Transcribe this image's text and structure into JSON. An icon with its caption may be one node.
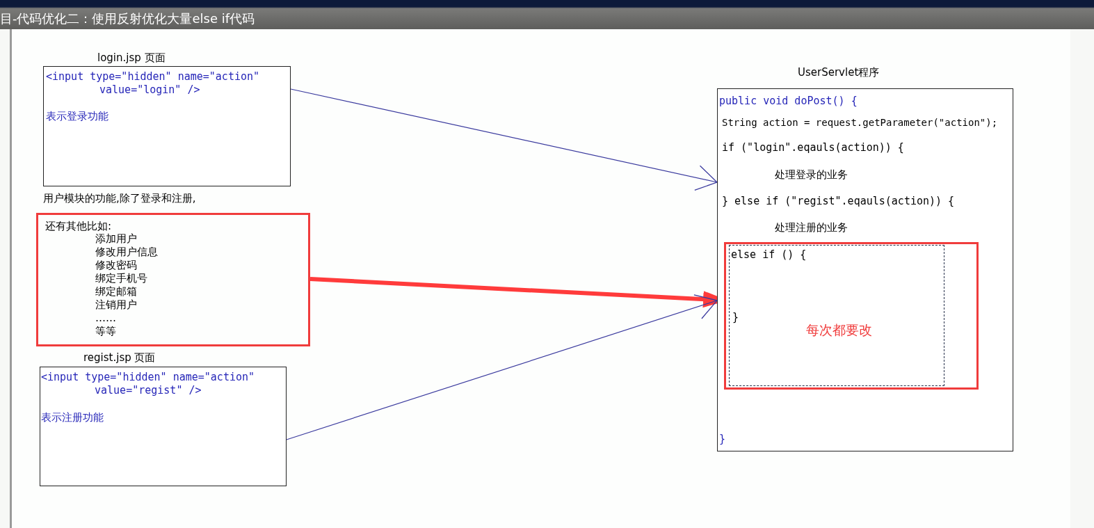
{
  "diagram": {
    "title": "目-代码优化二：使用反射优化大量else if代码",
    "nodes": [
      {
        "text": [
          "login.jsp 页面",
          "<input type=\"hidden\" name=\"action\" value=\"login\" />",
          "表示登录功能"
        ]
      },
      {
        "text": [
          "还有其他比如:",
          "添加用户",
          "修改用户信息",
          "修改密码",
          "绑定手机号",
          "绑定邮箱",
          "注销用户",
          "……",
          "等等"
        ]
      },
      {
        "text": [
          "regist.jsp 页面",
          "<input type=\"hidden\" name=\"action\" value=\"regist\" />",
          "表示注册功能"
        ]
      },
      {
        "text": [
          "UserServlet程序",
          "public void doPost() {",
          "String action = request.getParameter(\"action\");",
          "if (\"login\".eqauls(action)) {",
          "处理登录的业务",
          "} else if (\"regist\".eqauls(action)) {",
          "处理注册的业务",
          "}"
        ]
      },
      {
        "text": [],
        "shape": "box",
        "in": 3
      },
      {
        "text": [
          "else if () {",
          "}",
          "每次都要改"
        ],
        "in": 4
      }
    ],
    "edges": [
      {
        "from": 0,
        "to": 3,
        "arrow": "to"
      },
      {
        "from": 1,
        "to": 5,
        "arrow": "to",
        "style": "thick",
        "color": "#ff3b3b"
      },
      {
        "from": 2,
        "to": 3,
        "arrow": "to"
      }
    ],
    "labels": [
      "用户模块的功能,除了登录和注册,"
    ]
  }
}
